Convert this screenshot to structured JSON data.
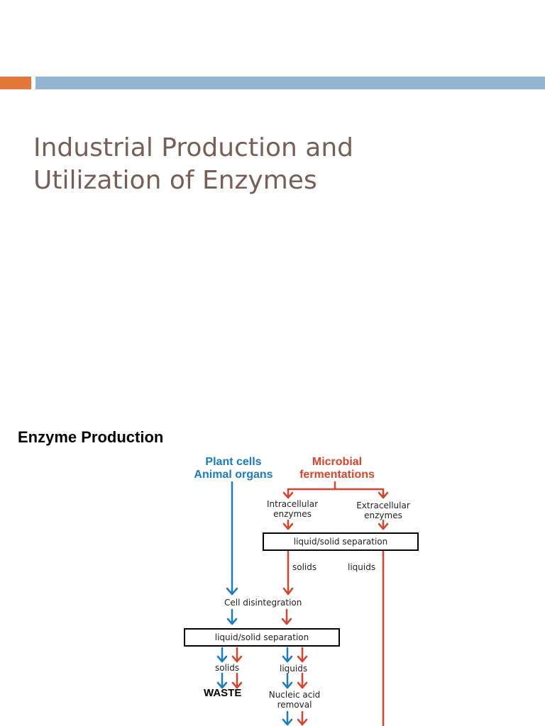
{
  "slide": {
    "title_line1": "Industrial Production and",
    "title_line2": "Utilization of Enzymes",
    "accent_colors": {
      "orange": "#e2793a",
      "blue": "#93b5d1"
    }
  },
  "diagram": {
    "heading": "Enzyme Production",
    "source_plant": {
      "line1": "Plant cells",
      "line2": "Animal organs",
      "color": "#1a7ac2"
    },
    "source_microbial": {
      "line1": "Microbial",
      "line2": "fermentations",
      "color": "#d8432c"
    },
    "intracellular": {
      "line1": "Intracellular",
      "line2": "enzymes"
    },
    "extracellular": {
      "line1": "Extracellular",
      "line2": "enzymes"
    },
    "separation_1": "liquid/solid separation",
    "solids_1": "solids",
    "liquids_1": "liquids",
    "cell_disintegration": "Cell disintegration",
    "separation_2": "liquid/solid separation",
    "solids_2": "solids",
    "liquids_2": "liquids",
    "waste": "WASTE",
    "nucleic_acid": {
      "line1": "Nucleic acid",
      "line2": "removal"
    }
  }
}
